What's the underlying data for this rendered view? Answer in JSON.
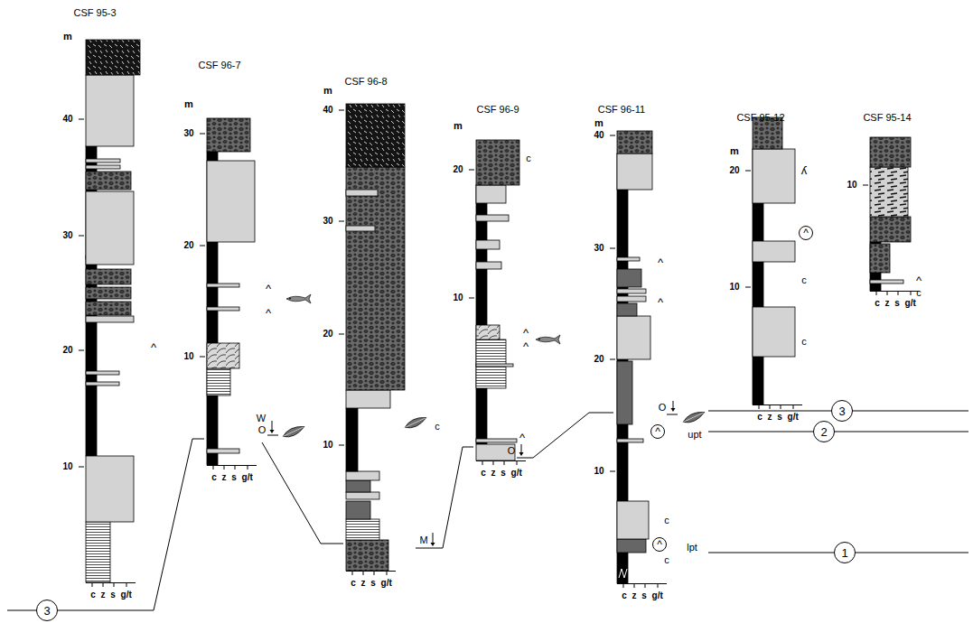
{
  "diagram": {
    "nodes": [
      {
        "text": [
          "^"
        ]
      },
      {
        "text": [
          "3"
        ]
      },
      {
        "text": [
          "^"
        ]
      },
      {
        "text": [
          "2"
        ]
      },
      {
        "text": [
          "^"
        ]
      },
      {
        "text": [
          "1"
        ]
      },
      {
        "text": [
          "3"
        ]
      }
    ],
    "labels": [
      "CSF 95-3",
      "m",
      "40",
      "30",
      "20",
      "10",
      "c z s g/t",
      "^",
      "CSF 96-7",
      "m",
      "30",
      "20",
      "10",
      "c z s g/t",
      "^",
      "^",
      "W",
      "O",
      "CSF 96-8",
      "m",
      "40",
      "30",
      "20",
      "10",
      "c z s g/t",
      "c",
      "M",
      "CSF 96-9",
      "m",
      "20",
      "10",
      "c",
      "^",
      "^",
      "^",
      "O",
      "c z s g/t",
      "CSF 96-11",
      "m",
      "40",
      "30",
      "20",
      "10",
      "^",
      "^",
      "O",
      "upt",
      "c",
      "c",
      "lpt",
      "c z s g/t",
      "CSF 95-12",
      "m",
      "20",
      "10",
      "ʎ",
      "c",
      "c",
      "c z s g/t",
      "CSF 95-14",
      "10",
      "^",
      "c",
      "c z s g/t"
    ]
  }
}
